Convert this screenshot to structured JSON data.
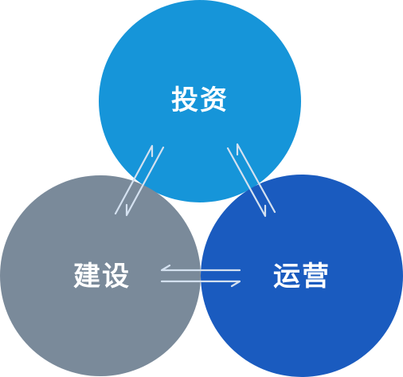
{
  "nodes": {
    "invest": {
      "label": "投资",
      "color": "#1695d9"
    },
    "build": {
      "label": "建设",
      "color": "#7a8a9a"
    },
    "operate": {
      "label": "运营",
      "color": "#1a5bbf"
    }
  },
  "connector_color": "#d4e1f0"
}
